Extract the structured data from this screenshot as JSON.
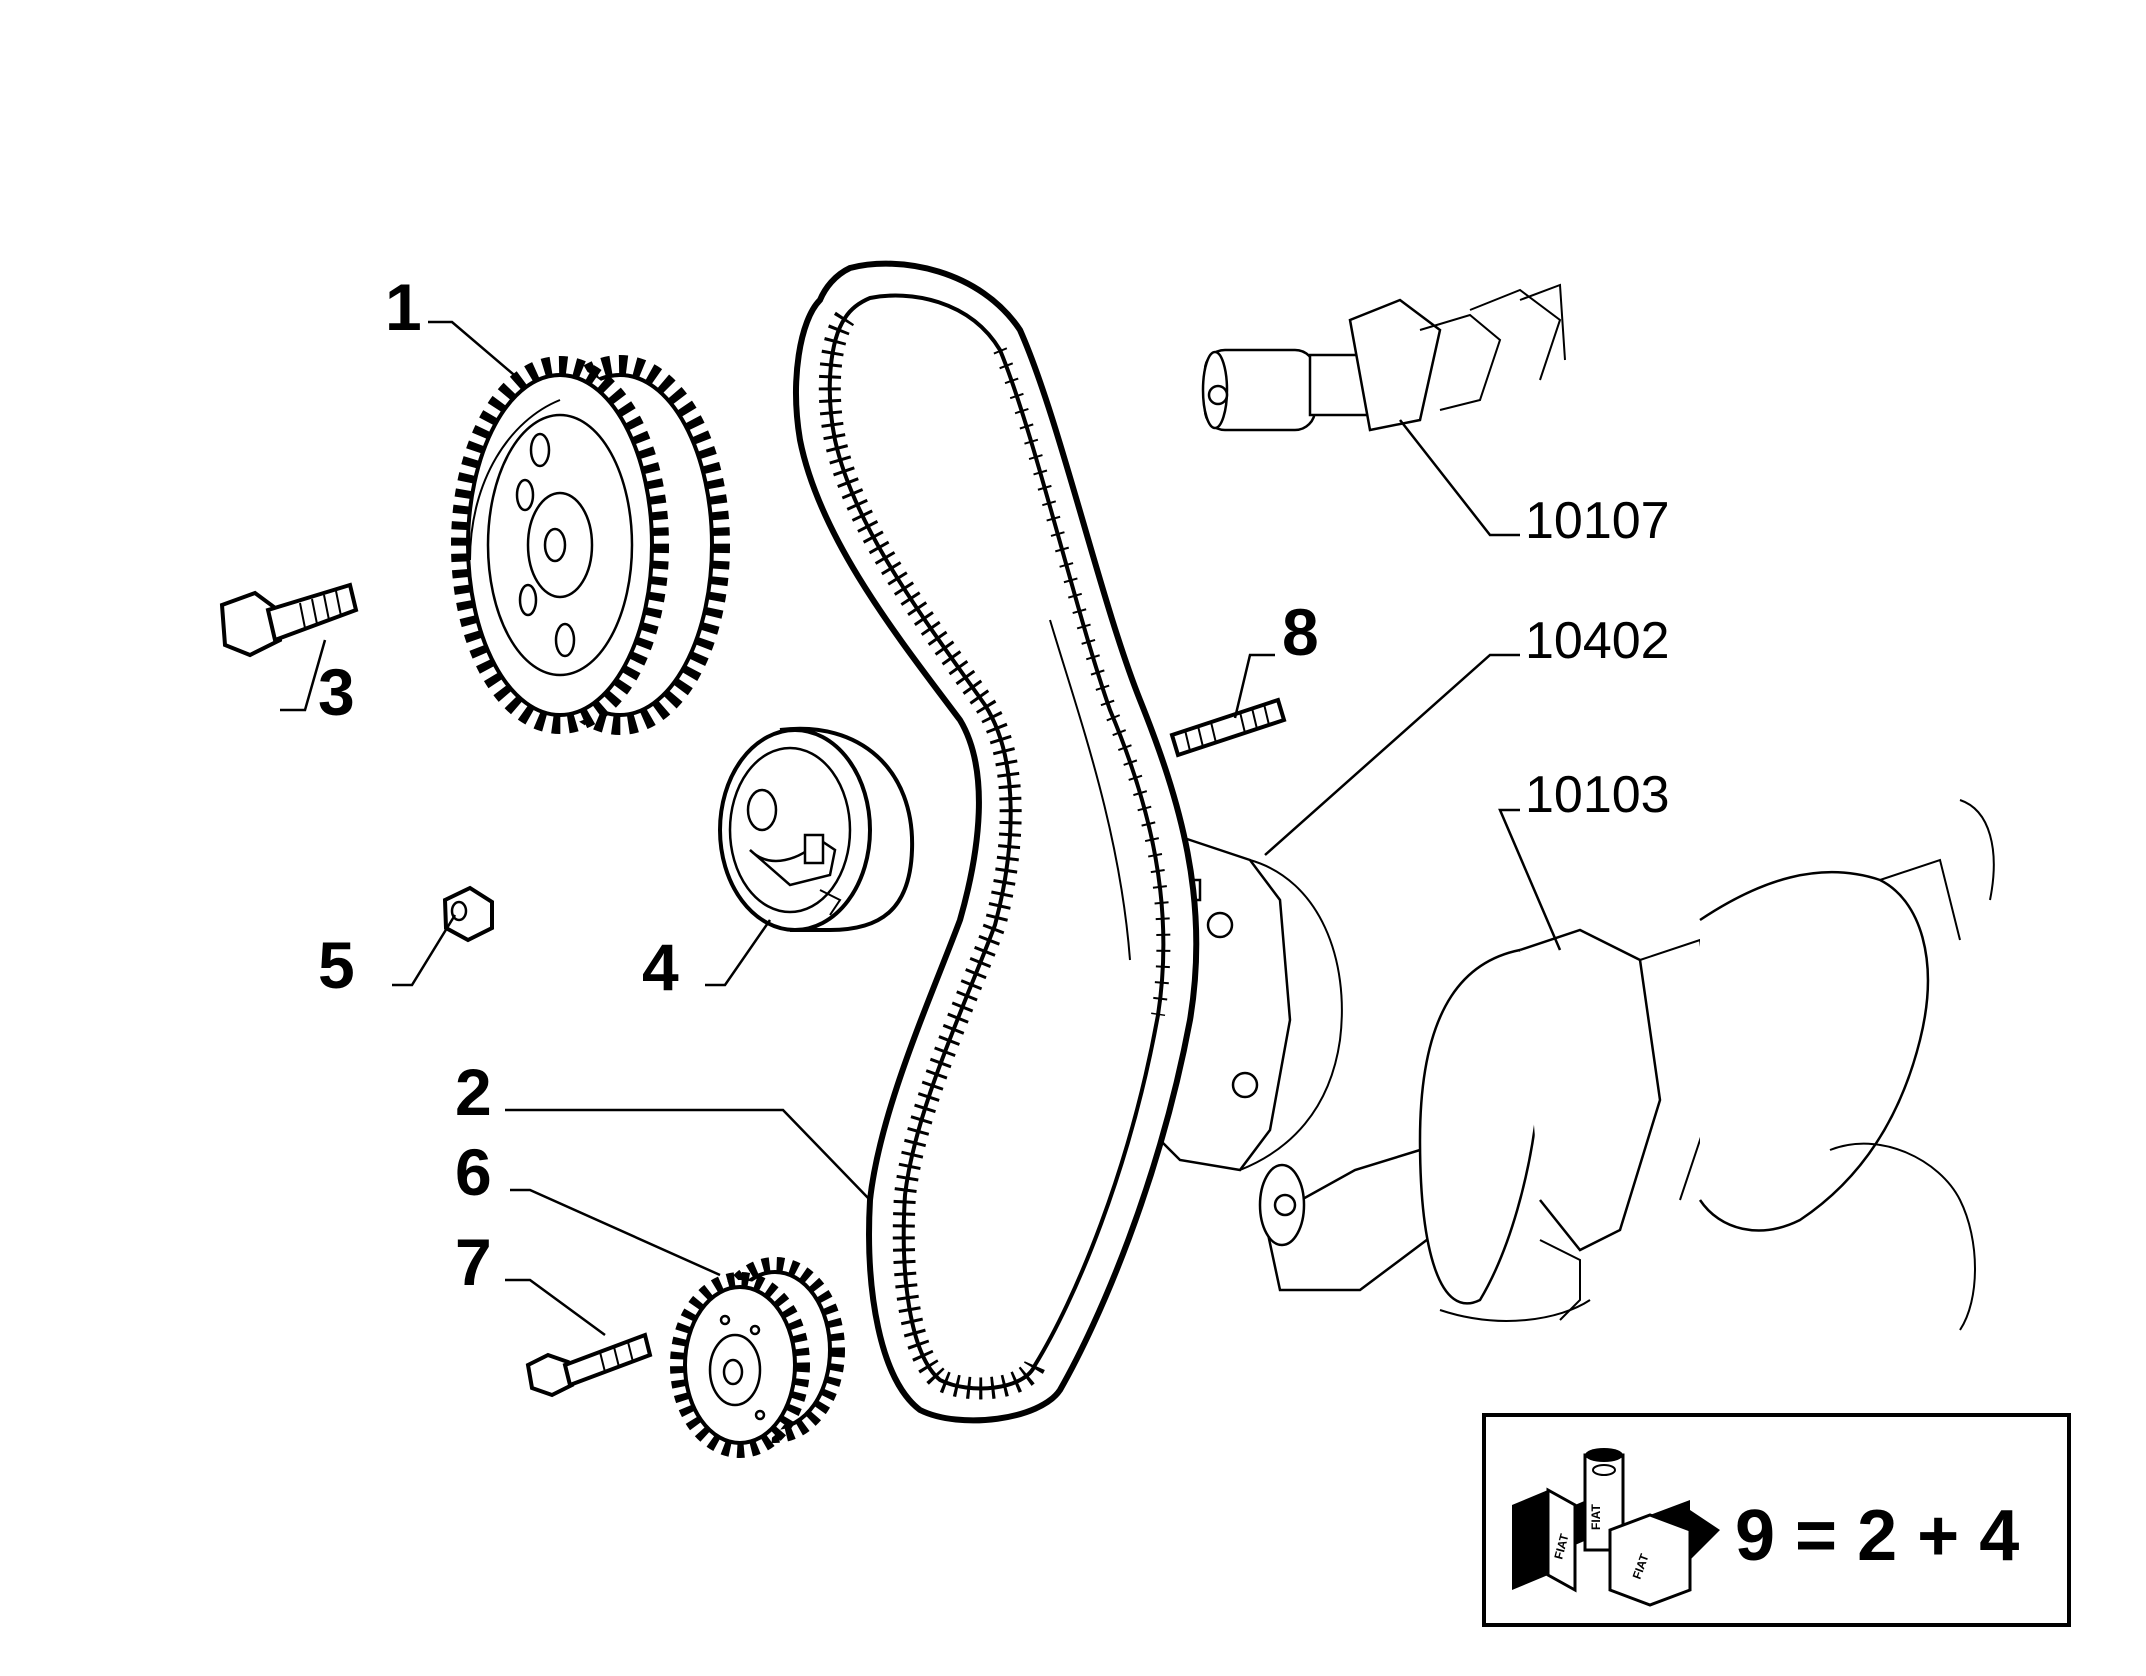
{
  "diagram": {
    "callouts": [
      {
        "id": "c1",
        "label": "1"
      },
      {
        "id": "c2",
        "label": "2"
      },
      {
        "id": "c3",
        "label": "3"
      },
      {
        "id": "c4",
        "label": "4"
      },
      {
        "id": "c5",
        "label": "5"
      },
      {
        "id": "c6",
        "label": "6"
      },
      {
        "id": "c7",
        "label": "7"
      },
      {
        "id": "c8",
        "label": "8"
      },
      {
        "id": "c10107",
        "label": "10107"
      },
      {
        "id": "c10402",
        "label": "10402"
      },
      {
        "id": "c10103",
        "label": "10103"
      }
    ],
    "kit_box": {
      "formula": "9 = 2 + 4",
      "logo_text": "FIAT"
    }
  }
}
